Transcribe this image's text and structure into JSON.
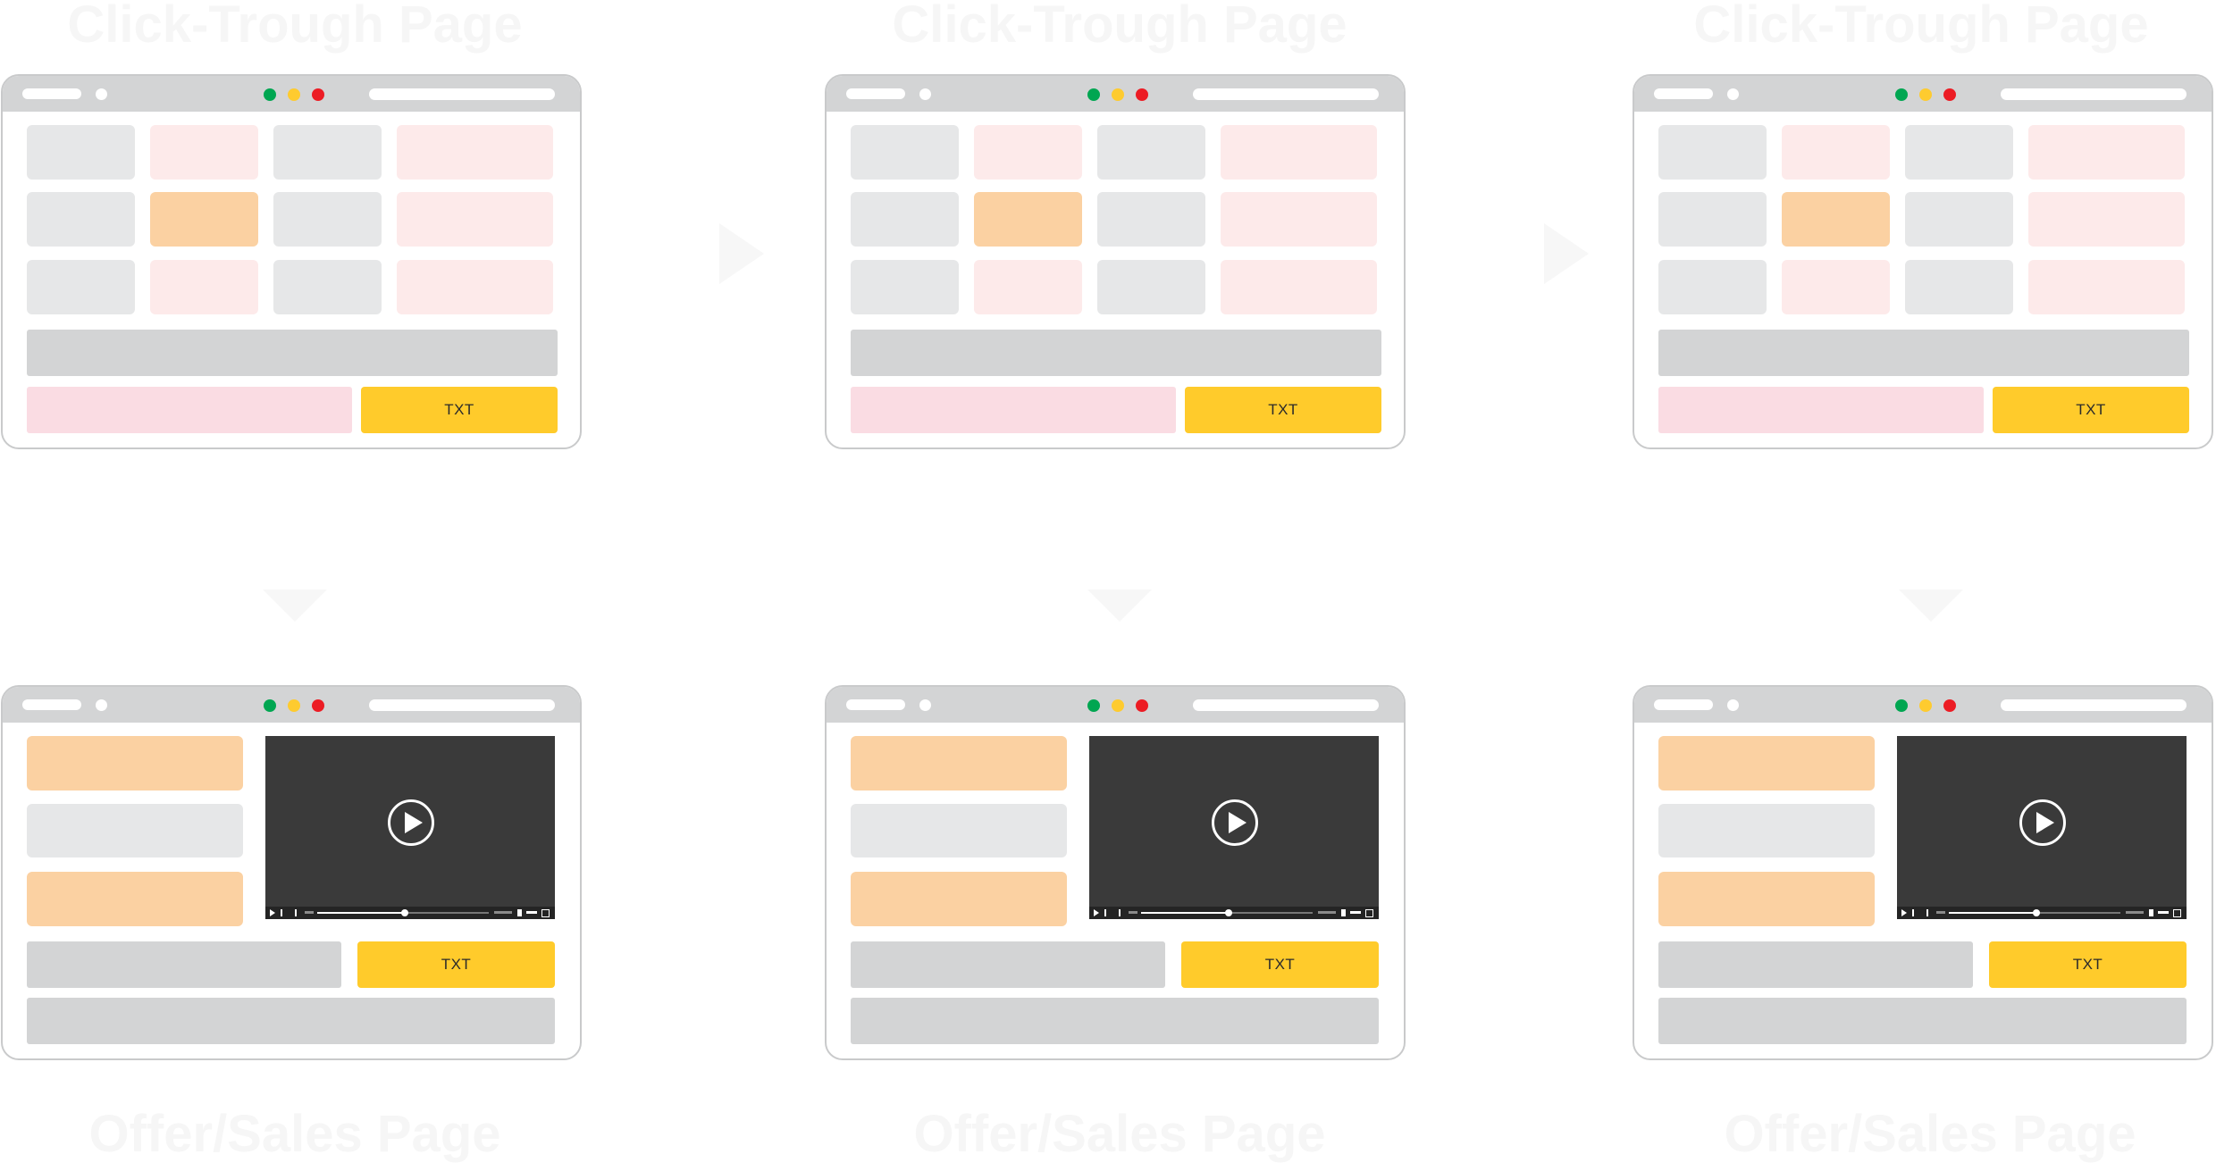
{
  "colors": {
    "titlebar": "#d3d4d5",
    "frame_border": "#c9cacb",
    "block_gray": "#e6e7e8",
    "block_pink": "#fdeaea",
    "block_orange": "#fbd1a2",
    "bar_gray": "#d3d4d5",
    "bar_pink": "#fadce3",
    "cta_yellow": "#ffcb2b",
    "video_bg": "#3a3a3a",
    "dot_green": "#00a651",
    "dot_yellow": "#fecb2f",
    "dot_red": "#ec1c24",
    "ghost_text": "#f6f6f6"
  },
  "icons": {
    "traffic_lights": [
      "green-dot-icon",
      "yellow-dot-icon",
      "red-dot-icon"
    ],
    "play": "play-icon",
    "flow_arrow_right": "arrow-right-icon",
    "flow_arrow_down": "arrow-down-icon"
  },
  "headings": {
    "top": [
      "Click-Trough Page",
      "Click-Trough Page",
      "Click-Trough Page"
    ],
    "bottom": [
      "Offer/Sales Page",
      "Offer/Sales Page",
      "Offer/Sales Page"
    ]
  },
  "click_through_pages": [
    {
      "cta_label": "TXT"
    },
    {
      "cta_label": "TXT"
    },
    {
      "cta_label": "TXT"
    }
  ],
  "offer_pages": [
    {
      "cta_label": "TXT"
    },
    {
      "cta_label": "TXT"
    },
    {
      "cta_label": "TXT"
    }
  ]
}
